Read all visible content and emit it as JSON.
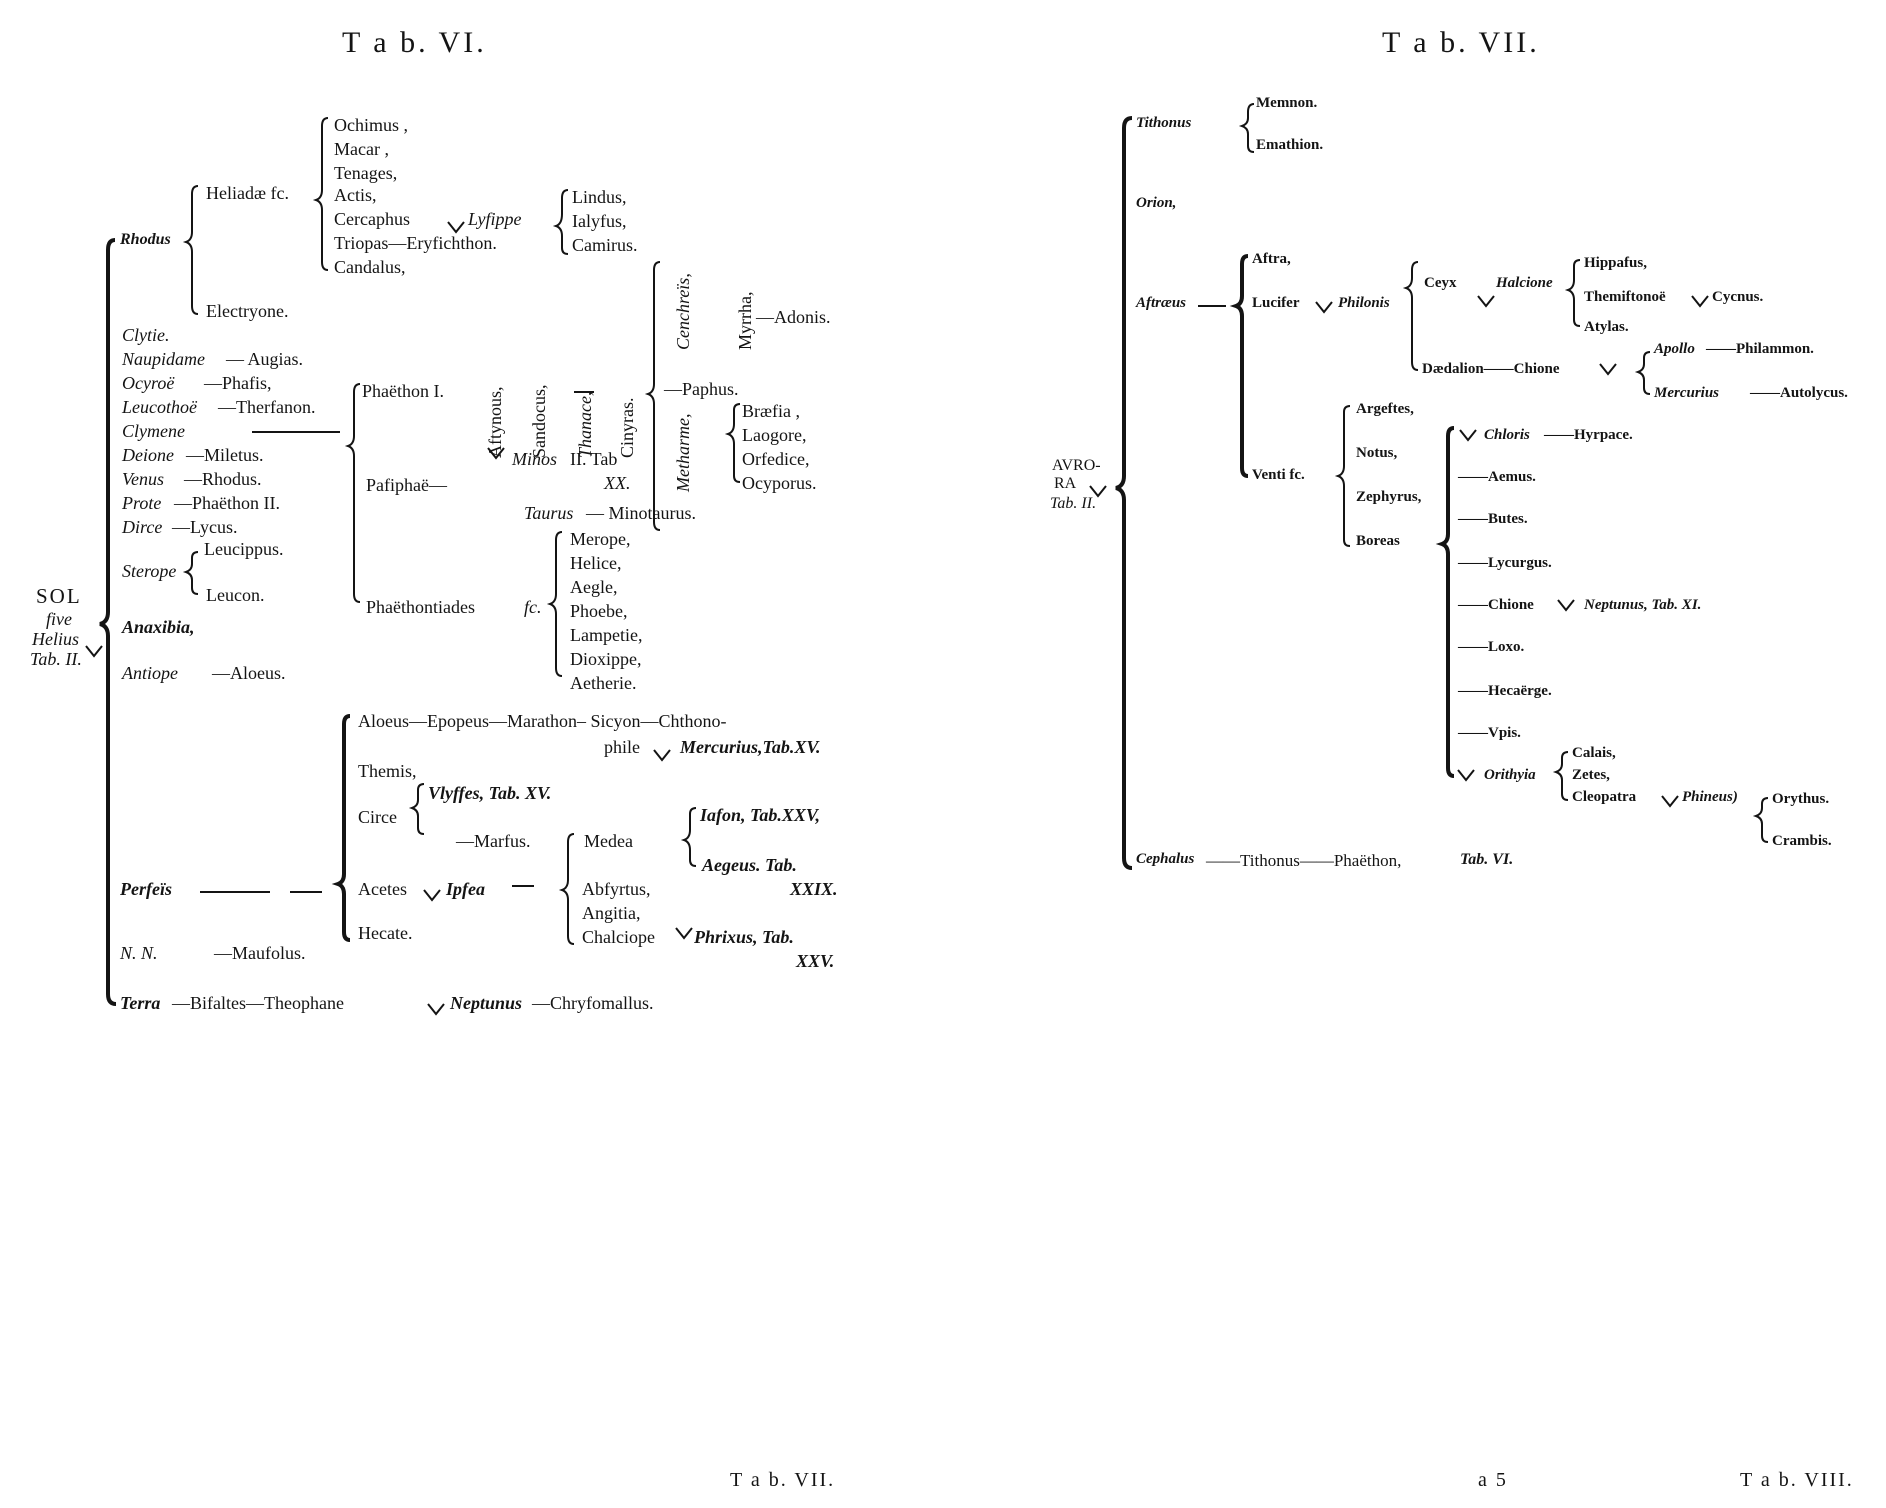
{
  "page": {
    "bg": "#ffffff",
    "ink": "#141414"
  },
  "left": {
    "title": "T a b.  VI.",
    "root": {
      "a": "SOL",
      "b": "five",
      "c": "Helius",
      "d": "Tab. II."
    },
    "rhodus": "Rhodus",
    "heliadae": "Heliadæ fc.",
    "heliadae_list": [
      "Ochimus ,",
      "Macar ,",
      "Tenages,",
      "Actis,",
      "Cercaphus",
      "Triopas—Eryfichthon.",
      "Candalus,"
    ],
    "lysippe": "Lyfippe",
    "lindus": [
      "Lindus,",
      "Ialyfus,",
      "Camirus."
    ],
    "electryone": "Electryone.",
    "clytie": "Clytie.",
    "naupidame": "Naupidame",
    "augias": "— Augias.",
    "ocyroe": "Ocyroë",
    "phasis": "—Phafis,",
    "leucothoe": "Leucothoë",
    "thersanon": "—Therfanon.",
    "clymene": "Clymene",
    "deione": "Deione",
    "miletus": "—Miletus.",
    "venus": "Venus",
    "rhodus2": "—Rhodus.",
    "prote": "Prote",
    "phaethon2": "—Phaëthon II.",
    "dirce": "Dirce",
    "lycus": "—Lycus.",
    "sterope": "Sterope",
    "leucippus": "Leucippus.",
    "leucon": "Leucon.",
    "anaxibia": "Anaxibia,",
    "antiope": "Antiope",
    "aloeus1": "—Aloeus.",
    "phaethon1": "Phaëthon I.",
    "astynous": "Aftynous,",
    "sandocus": "Sandocus,",
    "thanace": "Thanace,",
    "cinyras": "Cinyras.",
    "cenchreis": "Cenchreïs,",
    "myrrha": "Myrrha,",
    "adonis": "—Adonis.",
    "paphus": "—Paphus.",
    "metharme": "Metharme,",
    "braesia": [
      "Bræfia ,",
      "Laogore,",
      "Orfedice,",
      "Ocyporus."
    ],
    "pasiphae": "Pafiphaë—",
    "minos": "Minos",
    "minos_tab": "II. Tab",
    "minos_xx": "XX.",
    "taurus": "Taurus",
    "minotaurus": "— Minotaurus.",
    "phaethontiades": "Phaëthontiades",
    "phaeth_sc": "fc.",
    "merope": [
      "Merope,",
      "Helice,",
      "Aegle,",
      "Phoebe,",
      "Lampetie,",
      "Dioxippe,",
      "Aetherie."
    ],
    "aloeus_line": "Aloeus—Epopeus—Marathon– Sicyon—Chthono-",
    "phile": "phile",
    "mercurius15": "Mercurius,Tab.XV.",
    "themis": "Themis,",
    "vlysses": "Vlyffes,  Tab. XV.",
    "circe": "Circe",
    "marsus": "—Marfus.",
    "medea": "Medea",
    "iason": "Iafon, Tab.XXV,",
    "aegeus": "Aegeus. Tab.",
    "xxix": "XXIX.",
    "perseis": "Perfeïs",
    "acetes": "Acetes",
    "ipsea": "Ipfea",
    "absyrtus": [
      "Abfyrtus,",
      "Angitia,"
    ],
    "chalciope": "Chalciope",
    "phrixus": "Phrixus,  Tab.",
    "xxv": "XXV.",
    "hecate": "Hecate.",
    "nn": "N. N.",
    "mausolus": "—Maufolus.",
    "terra": "Terra",
    "bisaltes": "—Bifaltes—Theophane",
    "neptunus": "Neptunus",
    "chrysomallus": "—Chryfomallus."
  },
  "right": {
    "title": "T a b.  VII.",
    "root": {
      "a": "AVRO-",
      "b": "RA",
      "c": "Tab. II."
    },
    "tithonus": "Tithonus",
    "memnon": "Memnon.",
    "emathion": "Emathion.",
    "orion": "Orion,",
    "astraeus": "Aftræus",
    "astra": "Aftra,",
    "lucifer": "Lucifer",
    "philonis": "Philonis",
    "ceyx": "Ceyx",
    "halcione": "Halcione",
    "hippasus": "Hippafus,",
    "themistonoe": "Themiftonoë",
    "cycnus": "Cycnus.",
    "atylas": "Atylas.",
    "daedalion": "Dædalion——Chione",
    "apollo": "Apollo",
    "philammon": "——Philammon.",
    "mercurius": "Mercurius",
    "autolycus": "——Autolycus.",
    "argestes": "Argeftes,",
    "notus": "Notus,",
    "zephyrus": "Zephyrus,",
    "boreas": "Boreas",
    "venti": "Venti fc.",
    "chloris": "Chloris",
    "hyrpace": "——Hyrpace.",
    "aemus": "——Aemus.",
    "butes": "——Butes.",
    "lycurgus": "——Lycurgus.",
    "chione2": "——Chione",
    "neptunus11": "Neptunus, Tab. XI.",
    "loxo": "——Loxo.",
    "hecaerge": "——Hecaërge.",
    "vpis": "——Vpis.",
    "orithyia": "Orithyia",
    "calais": "Calais,",
    "zetes": "Zetes,",
    "cleopatra": "Cleopatra",
    "phineus": "Phineus)",
    "orythus": "Orythus.",
    "crambis": "Crambis.",
    "cephalus": "Cephalus",
    "cephalus_line": "——Tithonus——Phaëthon, ",
    "tab_vi": "Tab. VI."
  },
  "footer": {
    "left": "T a b.  VII.",
    "middle": "a 5",
    "right": "T a b.  VIII."
  }
}
